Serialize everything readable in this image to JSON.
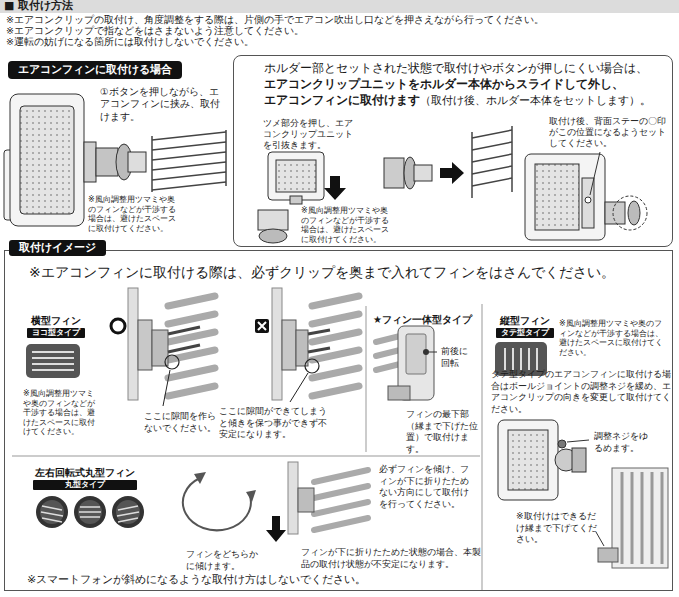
{
  "diagram": {
    "title": "■ 取付け方法",
    "nodes": [
      {
        "text": [
          "エアコンフィンに取付ける場合"
        ]
      },
      {
        "text": [
          "ホルダー部とセットされた状態で取付けやボタンが押しにくい場合は、",
          "エアコンクリップユニットをホルダー本体からスライドして外し、",
          "エアコンフィンに取付けます",
          "（取付け後、ホルダー本体をセットします）。",
          "ツメ部分を押し、エアコンクリップユニットを引抜きます。",
          "※風向調整用ツマミや奥のフィンなどが干渉する場合は、避けたスペースに取付けてください。",
          "取付け後、背面ステーの〇印がこの位置になるようセットしてください。"
        ]
      },
      {
        "text": [
          "取付けイメージ",
          "※エアコンフィンに取付ける際は、必ずクリップを奥まで入れてフィンをはさんでください。",
          "※風向調整用ツマミや奥のフィンなどが干渉する場合は、避けたスペースに取付けてください。",
          "ここに隙間を作らないでください。",
          "ここに隙間ができてしまうと傾きを保つ事ができず不安定になります。",
          "★フィン一体型タイプ",
          "前後に回転",
          "フィンの最下部（縁まで下げた位置）で取付けます。",
          "※風向調整用ツマミや奥のフィンなどが干渉する場合は、避けたスペースに取付けてください。",
          "タテ型タイプのエアコンフィンに取付ける場合はボールジョイントの調整ネジを緩め、エアコンクリップの向きを変更して取付けてください。",
          "調整ネジをゆるめます。",
          "※取付けはできるだけ縁まで下げてください。",
          "フィンをどちらかに傾けます。",
          "必ずフィンを傾け、フィンが下に折りたためない方向にして取付けを行ってください。",
          "フィンが下に折りたためた状態の場合、本製品の取付け状態が不安定になります。",
          "※スマートフォンが斜めになるような取付け方はしないでください。"
        ]
      },
      {
        "text": [
          "横型フィン",
          "ヨコ型タイプ"
        ],
        "in": 2
      },
      {
        "text": [
          "縦型フィン",
          "タテ型タイプ"
        ],
        "in": 2
      },
      {
        "text": [
          "左右回転式丸型フィン",
          "丸型タイプ"
        ],
        "in": 2
      }
    ],
    "labels": [
      "※エアコンクリップの取付け、角度調整をする際は、片側の手でエアコン吹出し口などを押さえながら行ってください。",
      "※エアコンクリップで指などをはさまないよう注意してください。",
      "※運転の妨げになる箇所には取付けしないでください。",
      "①ボタンを押しながら、エアコンフィンに挟み、取付けます。",
      "※風向調整用ツマミや奥のフィンなどが干渉する場合は、避けたスペースに取付けてください。"
    ]
  }
}
